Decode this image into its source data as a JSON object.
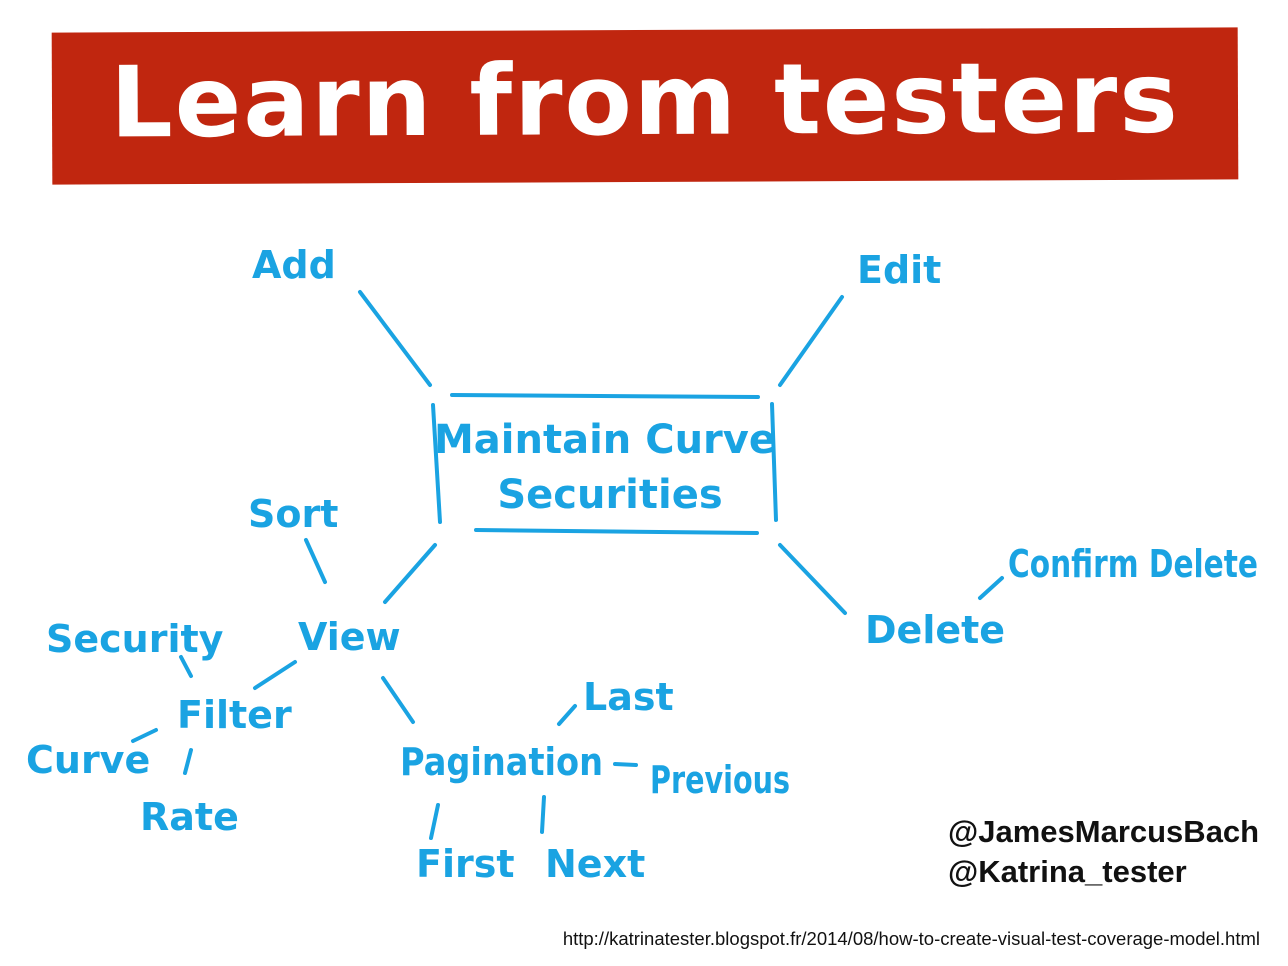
{
  "slide": {
    "title": "Learn from testers",
    "banner_color": "#c0260f",
    "ink_color": "#1aa3e2"
  },
  "diagram": {
    "center_line1": "Maintain Curve",
    "center_line2": "Securities",
    "nodes": {
      "add": "Add",
      "edit": "Edit",
      "view": "View",
      "delete": "Delete",
      "confirm_delete": "Confirm Delete",
      "sort": "Sort",
      "filter": "Filter",
      "security": "Security",
      "curve": "Curve",
      "rate": "Rate",
      "pagination": "Pagination",
      "last": "Last",
      "previous": "Previous",
      "first": "First",
      "next": "Next"
    }
  },
  "credits": {
    "handle1": "@JamesMarcusBach",
    "handle2": "@Katrina_tester",
    "url": "http://katrinatester.blogspot.fr/2014/08/how-to-create-visual-test-coverage-model.html"
  }
}
